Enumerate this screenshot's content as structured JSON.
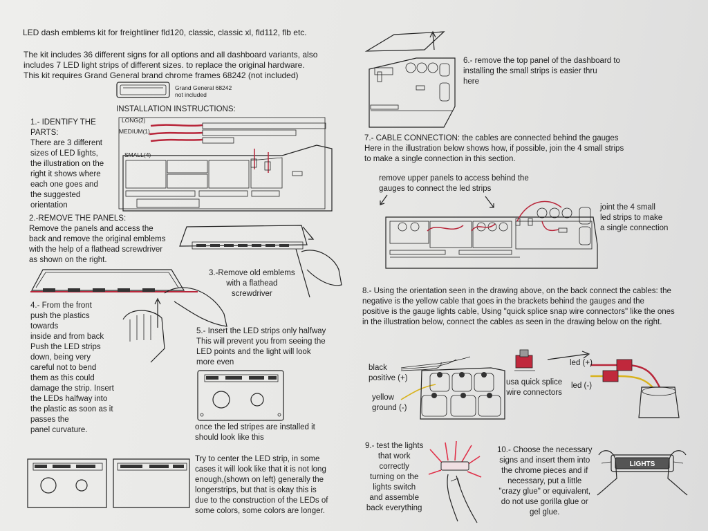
{
  "title": "LED  dash emblems kit for freightliner fld120, classic, classic xl, fld112, flb etc.",
  "intro": "The kit includes 36 different signs for all options and all dashboard variants,  also\nincludes 7 LED light strips of different sizes. to replace the original hardware.\nThis kit requires Grand General brand chrome frames 68242 (not included)",
  "frame_label": "Grand General 68242\nnot included",
  "installation_heading": "INSTALLATION INSTRUCTIONS:",
  "strip_labels": {
    "long": "LONG(2)",
    "medium": "MEDIUM(1)",
    "small": "SMALL(4)"
  },
  "steps": {
    "s1": "1.- IDENTIFY THE\nPARTS:\nThere are 3 different\nsizes of LED lights,\nthe illustration on the\nright it shows where\neach one goes and\nthe suggested\norientation",
    "s2": "2.-REMOVE THE PANELS:\nRemove the panels and access the\nback and remove the original emblems\nwith the help of a flathead screwdriver\nas shown on the right.",
    "s3": "3.-Remove old emblems\nwith a flathead\nscrewdriver",
    "s4": "4.- From the front\npush the plastics\ntowards\ninside and from back\nPush the LED strips\ndown, being very\ncareful not to bend\nthem as this could\ndamage the strip. Insert\nthe LEDs halfway into\nthe plastic as soon as it\npasses the\npanel curvature.",
    "s5": "5.- Insert the LED strips only halfway\nThis will prevent you from seeing the\nLED points and the light will look\nmore even",
    "s5_after": "once the led stripes are installed it\nshould look like this",
    "center_note": "Try to center the LED strip, in some\ncases it will look like  that it is not long\nenough,(shown on left) generally the\nlongerstrips, but that is okay this is\ndue to the construction of the LEDs of\nsome colors, some colors are longer.",
    "s6": "6.- remove the top panel of the dashboard to\ninstalling the small strips is easier thru\nhere",
    "s7": "7.- CABLE CONNECTION: the cables are connected behind the gauges\nHere in the illustration below shows how, if possible, join the 4 small strips\nto make a single connection in this section.",
    "s7_upper": "remove upper panels to access behind the\ngauges to connect the led strips",
    "s7_join": "joint the 4 small\nled strips to make\na single connection",
    "s8": "8.- Using the orientation seen in the drawing above, on the back connect the cables: the\nnegative is the yellow cable that goes in the brackets behind the gauges and the\npositive is the gauge lights cable, Using \"quick splice snap wire connectors\" like the ones\nin the illustration below, connect the cables as seen in the drawing below on the right.",
    "black_positive": "black\npositive (+)",
    "yellow_ground": "yellow\nground (-)",
    "splice": "usa quick splice\nwire connectors",
    "led_pos": "led (+)",
    "led_neg": "led (-)",
    "s9": "9.- test the lights\nthat work\ncorrectly\nturning on the\nlights switch\nand assemble\nback everything",
    "s10": "10.- Choose the necessary\nsigns and insert them into\nthe chrome pieces and if\nnecessary, put a little\n\"crazy glue\" or equivalent,\ndo not use gorilla glue or\ngel glue.",
    "lights_sign": "LIGHTS"
  },
  "colors": {
    "wire_red": "#b8263a",
    "wire_yellow": "#d8b21c",
    "connector_red": "#c0283c",
    "glow": "#e03048"
  }
}
